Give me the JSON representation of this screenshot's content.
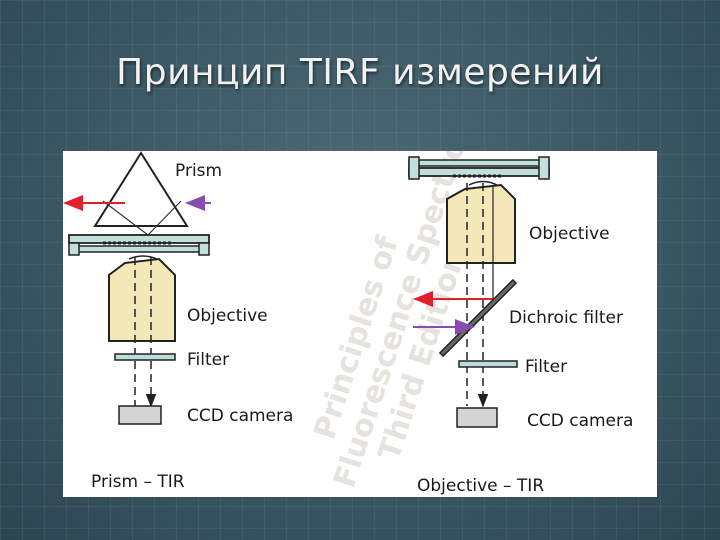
{
  "slide": {
    "title": "Принцип TIRF измерений"
  },
  "figure": {
    "prism_setup": {
      "prism_label": "Prism",
      "objective_label": "Objective",
      "filter_label": "Filter",
      "camera_label": "CCD camera",
      "caption": "Prism – TIR"
    },
    "objective_setup": {
      "objective_label": "Objective",
      "dichroic_label": "Dichroic filter",
      "filter_label": "Filter",
      "camera_label": "CCD camera",
      "caption": "Objective – TIR"
    },
    "watermark": {
      "line1": "Principles of",
      "line2": "Fluorescence Spectroscopy",
      "line3": "Third Edition"
    }
  },
  "colors": {
    "background": "#3d5a66",
    "objective_fill": "#f5e8b8",
    "glass_fill": "#bfe0dc",
    "filter_fill": "#bcdcd9",
    "camera_fill": "#d4d4d4",
    "excitation_arrow": "#e0202a",
    "emission_arrow": "#8a4bb0"
  }
}
